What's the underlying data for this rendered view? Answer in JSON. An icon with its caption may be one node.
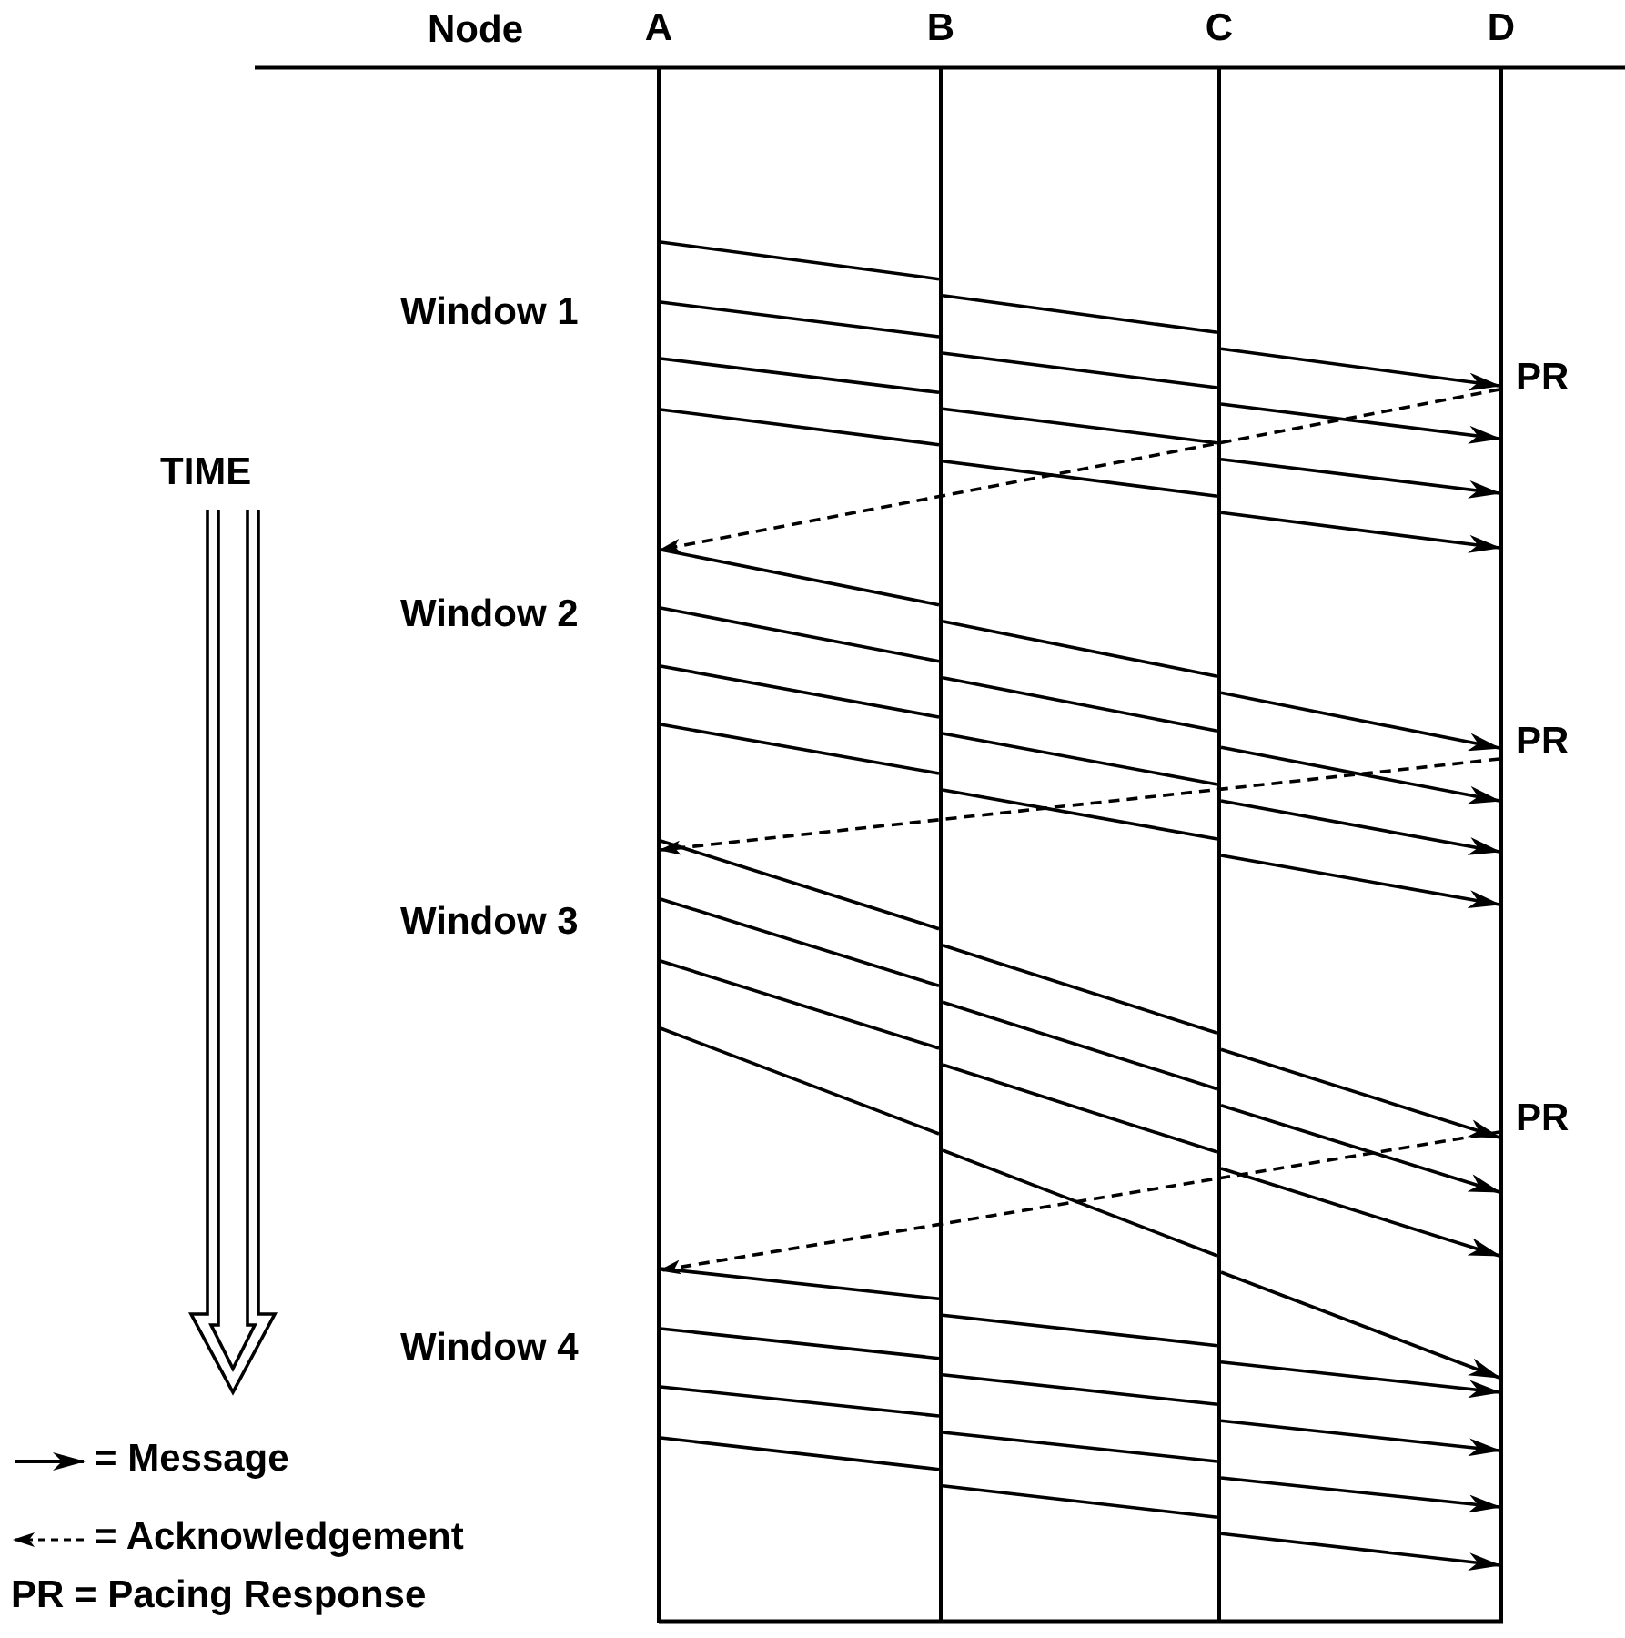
{
  "diagram": {
    "nodes": [
      {
        "text": [
          "A"
        ]
      },
      {
        "text": [
          "B"
        ]
      },
      {
        "text": [
          "C"
        ]
      },
      {
        "text": [
          "D"
        ]
      }
    ],
    "edges": [
      {
        "from": 0,
        "to": 1,
        "arrow": "none"
      },
      {
        "from": 1,
        "to": 2,
        "arrow": "none"
      },
      {
        "from": 2,
        "to": 3,
        "arrow": "to"
      },
      {
        "from": 0,
        "to": 1,
        "arrow": "none"
      },
      {
        "from": 1,
        "to": 2,
        "arrow": "none"
      },
      {
        "from": 2,
        "to": 3,
        "arrow": "to"
      },
      {
        "from": 0,
        "to": 1,
        "arrow": "none"
      },
      {
        "from": 1,
        "to": 2,
        "arrow": "none"
      },
      {
        "from": 2,
        "to": 3,
        "arrow": "to"
      },
      {
        "from": 0,
        "to": 1,
        "arrow": "none"
      },
      {
        "from": 1,
        "to": 2,
        "arrow": "none"
      },
      {
        "from": 2,
        "to": 3,
        "arrow": "to"
      },
      {
        "from": 3,
        "to": 0,
        "arrow": "to",
        "style": "dashed"
      },
      {
        "from": 0,
        "to": 1,
        "arrow": "none"
      },
      {
        "from": 1,
        "to": 2,
        "arrow": "none"
      },
      {
        "from": 2,
        "to": 3,
        "arrow": "to"
      },
      {
        "from": 0,
        "to": 1,
        "arrow": "none"
      },
      {
        "from": 1,
        "to": 2,
        "arrow": "none"
      },
      {
        "from": 2,
        "to": 3,
        "arrow": "to"
      },
      {
        "from": 0,
        "to": 1,
        "arrow": "none"
      },
      {
        "from": 1,
        "to": 2,
        "arrow": "none"
      },
      {
        "from": 2,
        "to": 3,
        "arrow": "to"
      },
      {
        "from": 0,
        "to": 1,
        "arrow": "none"
      },
      {
        "from": 1,
        "to": 2,
        "arrow": "none"
      },
      {
        "from": 2,
        "to": 3,
        "arrow": "to"
      },
      {
        "from": 3,
        "to": 0,
        "arrow": "to",
        "style": "dashed"
      },
      {
        "from": 0,
        "to": 1,
        "arrow": "none"
      },
      {
        "from": 1,
        "to": 2,
        "arrow": "none"
      },
      {
        "from": 2,
        "to": 3,
        "arrow": "to"
      },
      {
        "from": 0,
        "to": 1,
        "arrow": "none"
      },
      {
        "from": 1,
        "to": 2,
        "arrow": "none"
      },
      {
        "from": 2,
        "to": 3,
        "arrow": "to"
      },
      {
        "from": 0,
        "to": 1,
        "arrow": "none"
      },
      {
        "from": 1,
        "to": 2,
        "arrow": "none"
      },
      {
        "from": 2,
        "to": 3,
        "arrow": "to"
      },
      {
        "from": 0,
        "to": 1,
        "arrow": "none"
      },
      {
        "from": 1,
        "to": 2,
        "arrow": "none"
      },
      {
        "from": 2,
        "to": 3,
        "arrow": "to"
      },
      {
        "from": 3,
        "to": 0,
        "arrow": "to",
        "style": "dashed"
      },
      {
        "from": 0,
        "to": 1,
        "arrow": "none"
      },
      {
        "from": 1,
        "to": 2,
        "arrow": "none"
      },
      {
        "from": 2,
        "to": 3,
        "arrow": "to"
      },
      {
        "from": 0,
        "to": 1,
        "arrow": "none"
      },
      {
        "from": 1,
        "to": 2,
        "arrow": "none"
      },
      {
        "from": 2,
        "to": 3,
        "arrow": "to"
      },
      {
        "from": 0,
        "to": 1,
        "arrow": "none"
      },
      {
        "from": 1,
        "to": 2,
        "arrow": "none"
      },
      {
        "from": 2,
        "to": 3,
        "arrow": "to"
      },
      {
        "from": 0,
        "to": 1,
        "arrow": "none"
      },
      {
        "from": 1,
        "to": 2,
        "arrow": "none"
      },
      {
        "from": 2,
        "to": 3,
        "arrow": "to"
      }
    ],
    "labels": [
      "Node",
      "Window 1",
      "PR",
      "TIME",
      "Window 2",
      "PR",
      "Window 3",
      "PR",
      "Window 4",
      "PR = Pacing Response"
    ],
    "legend": [
      {
        "text": "= Message"
      },
      {
        "text": "= Acknowledgement"
      }
    ]
  }
}
